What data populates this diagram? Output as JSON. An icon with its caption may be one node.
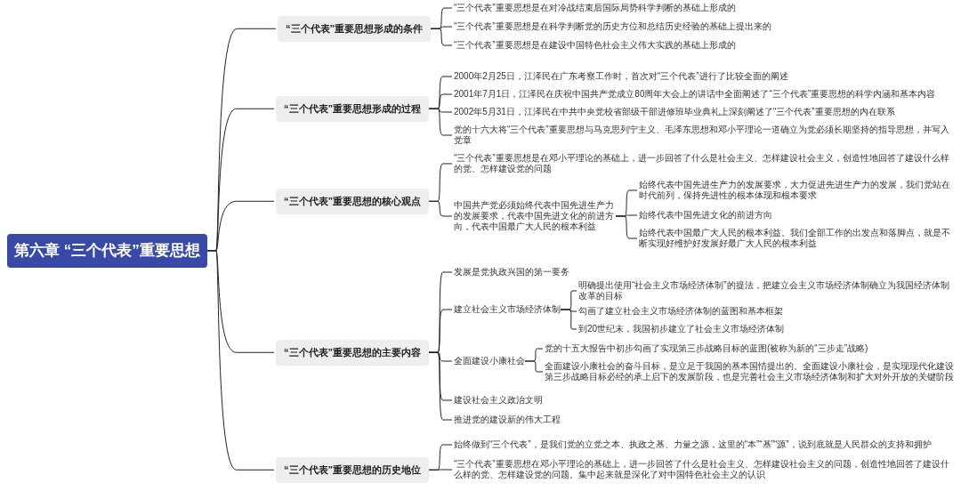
{
  "diagram": {
    "nodes": [
      {
        "text": [
          "第六章 “三个代表”重要思想"
        ]
      },
      {
        "text": [
          "“三个代表”重要思想形成的条件"
        ]
      },
      {
        "text": [
          "“三个代表”重要思想是在对冷战结束后国际局势科学判断的基础上形成的"
        ]
      },
      {
        "text": [
          "“三个代表”重要思想是在科学判断党的历史方位和总结历史经验的基础上提出来的"
        ]
      },
      {
        "text": [
          "“三个代表”重要思想是在建设中国特色社会主义伟大实践的基础上形成的"
        ]
      },
      {
        "text": [
          "“三个代表”重要思想形成的过程"
        ]
      },
      {
        "text": [
          "2000年2月25日，江泽民在广东考察工作时，首次对“三个代表”进行了比较全面的阐述"
        ]
      },
      {
        "text": [
          "2001年7月1日，江泽民在庆祝中国共产党成立80周年大会上的讲话中全面阐述了“三个代表”重要思想的科学内涵和基本内容"
        ]
      },
      {
        "text": [
          "2002年5月31日，江泽民在中共中央党校省部级干部进修班毕业典礼上深刻阐述了“三个代表”重要思想的内在联系"
        ]
      },
      {
        "text": [
          "党的十六大将“三个代表”重要思想与马克思列宁主义、毛泽东思想和邓小平理论一道确立为党必须长期坚持的指导思想，并写入党章"
        ]
      },
      {
        "text": [
          "“三个代表”重要思想的核心观点"
        ]
      },
      {
        "text": [
          "“三个代表”重要思想是在邓小平理论的基础上，进一步回答了什么是社会主义、怎样建设社会主义，创造性地回答了建设什么样的党、怎样建设党的问题"
        ]
      },
      {
        "text": [
          "中国共产党必须始终代表中国先进生产力的发展要求，代表中国先进文化的前进方向，代表中国最广大人民的根本利益"
        ]
      },
      {
        "text": [
          "始终代表中国先进生产力的发展要求，大力促进先进生产力的发展，我们党站在时代前列，保持先进性的根本体现和根本要求"
        ]
      },
      {
        "text": [
          "始终代表中国先进文化的前进方向"
        ]
      },
      {
        "text": [
          "始终代表中国最广大人民的根本利益。我们全部工作的出发点和落脚点，就是不断实现好维护好发展好最广大人民的根本利益"
        ]
      },
      {
        "text": [
          "“三个代表”重要思想的主要内容"
        ]
      },
      {
        "text": [
          "发展是党执政兴国的第一要务"
        ]
      },
      {
        "text": [
          "建立社会主义市场经济体制"
        ]
      },
      {
        "text": [
          "明确提出使用“社会主义市场经济体制”的提法，把建立会主义市场经济体制确立为我国经济体制改革的目标"
        ]
      },
      {
        "text": [
          "勾画了建立社会主义市场经济体制的蓝图和基本框架"
        ]
      },
      {
        "text": [
          "到20世纪末，我国初步建立了社会主义市场经济体制"
        ]
      },
      {
        "text": [
          "全面建设小康社会"
        ]
      },
      {
        "text": [
          "党的十五大报告中初步勾画了实现第三步战略目标的蓝图(被称为新的“三步走”战略)"
        ]
      },
      {
        "text": [
          "全面建设小康社会的奋斗目标，是立足于我国的基本国情提出的。全面建设小康社会，是实现现代化建设第三步战略目标必经的承上启下的发展阶段，也是完善社会主义市场经济体制和扩大对外开放的关键阶段"
        ]
      },
      {
        "text": [
          "建设社会主义政治文明"
        ]
      },
      {
        "text": [
          "推进党的建设新的伟大工程"
        ]
      },
      {
        "text": [
          "“三个代表”重要思想的历史地位"
        ]
      },
      {
        "text": [
          "始终做到“三个代表”，是我们党的立党之本、执政之基、力量之源，这里的“本”“基”“源”，说到底就是人民群众的支持和拥护"
        ]
      },
      {
        "text": [
          "“三个代表”重要思想在邓小平理论的基础上，进一步回答了什么是社会主义、怎样建设社会主义的问题，创造性地回答了建设什么样的党、怎样建设党的问题。集中起来就是深化了对中国特色社会主义的认识"
        ]
      }
    ],
    "edges": [
      {
        "from": 0,
        "to": 1,
        "arrow": "none"
      },
      {
        "from": 1,
        "to": 2,
        "arrow": "none"
      },
      {
        "from": 1,
        "to": 3,
        "arrow": "none"
      },
      {
        "from": 1,
        "to": 4,
        "arrow": "none"
      },
      {
        "from": 0,
        "to": 5,
        "arrow": "none"
      },
      {
        "from": 5,
        "to": 6,
        "arrow": "none"
      },
      {
        "from": 5,
        "to": 7,
        "arrow": "none"
      },
      {
        "from": 5,
        "to": 8,
        "arrow": "none"
      },
      {
        "from": 5,
        "to": 9,
        "arrow": "none"
      },
      {
        "from": 0,
        "to": 10,
        "arrow": "none"
      },
      {
        "from": 10,
        "to": 11,
        "arrow": "none"
      },
      {
        "from": 10,
        "to": 12,
        "arrow": "none"
      },
      {
        "from": 12,
        "to": 13,
        "arrow": "none"
      },
      {
        "from": 12,
        "to": 14,
        "arrow": "none"
      },
      {
        "from": 12,
        "to": 15,
        "arrow": "none"
      },
      {
        "from": 0,
        "to": 16,
        "arrow": "none"
      },
      {
        "from": 16,
        "to": 17,
        "arrow": "none"
      },
      {
        "from": 16,
        "to": 18,
        "arrow": "none"
      },
      {
        "from": 18,
        "to": 19,
        "arrow": "none"
      },
      {
        "from": 18,
        "to": 20,
        "arrow": "none"
      },
      {
        "from": 18,
        "to": 21,
        "arrow": "none"
      },
      {
        "from": 16,
        "to": 22,
        "arrow": "none"
      },
      {
        "from": 22,
        "to": 23,
        "arrow": "none"
      },
      {
        "from": 22,
        "to": 24,
        "arrow": "none"
      },
      {
        "from": 16,
        "to": 25,
        "arrow": "none"
      },
      {
        "from": 16,
        "to": 26,
        "arrow": "none"
      },
      {
        "from": 0,
        "to": 27,
        "arrow": "none"
      },
      {
        "from": 27,
        "to": 28,
        "arrow": "none"
      },
      {
        "from": 27,
        "to": 29,
        "arrow": "none"
      }
    ]
  }
}
